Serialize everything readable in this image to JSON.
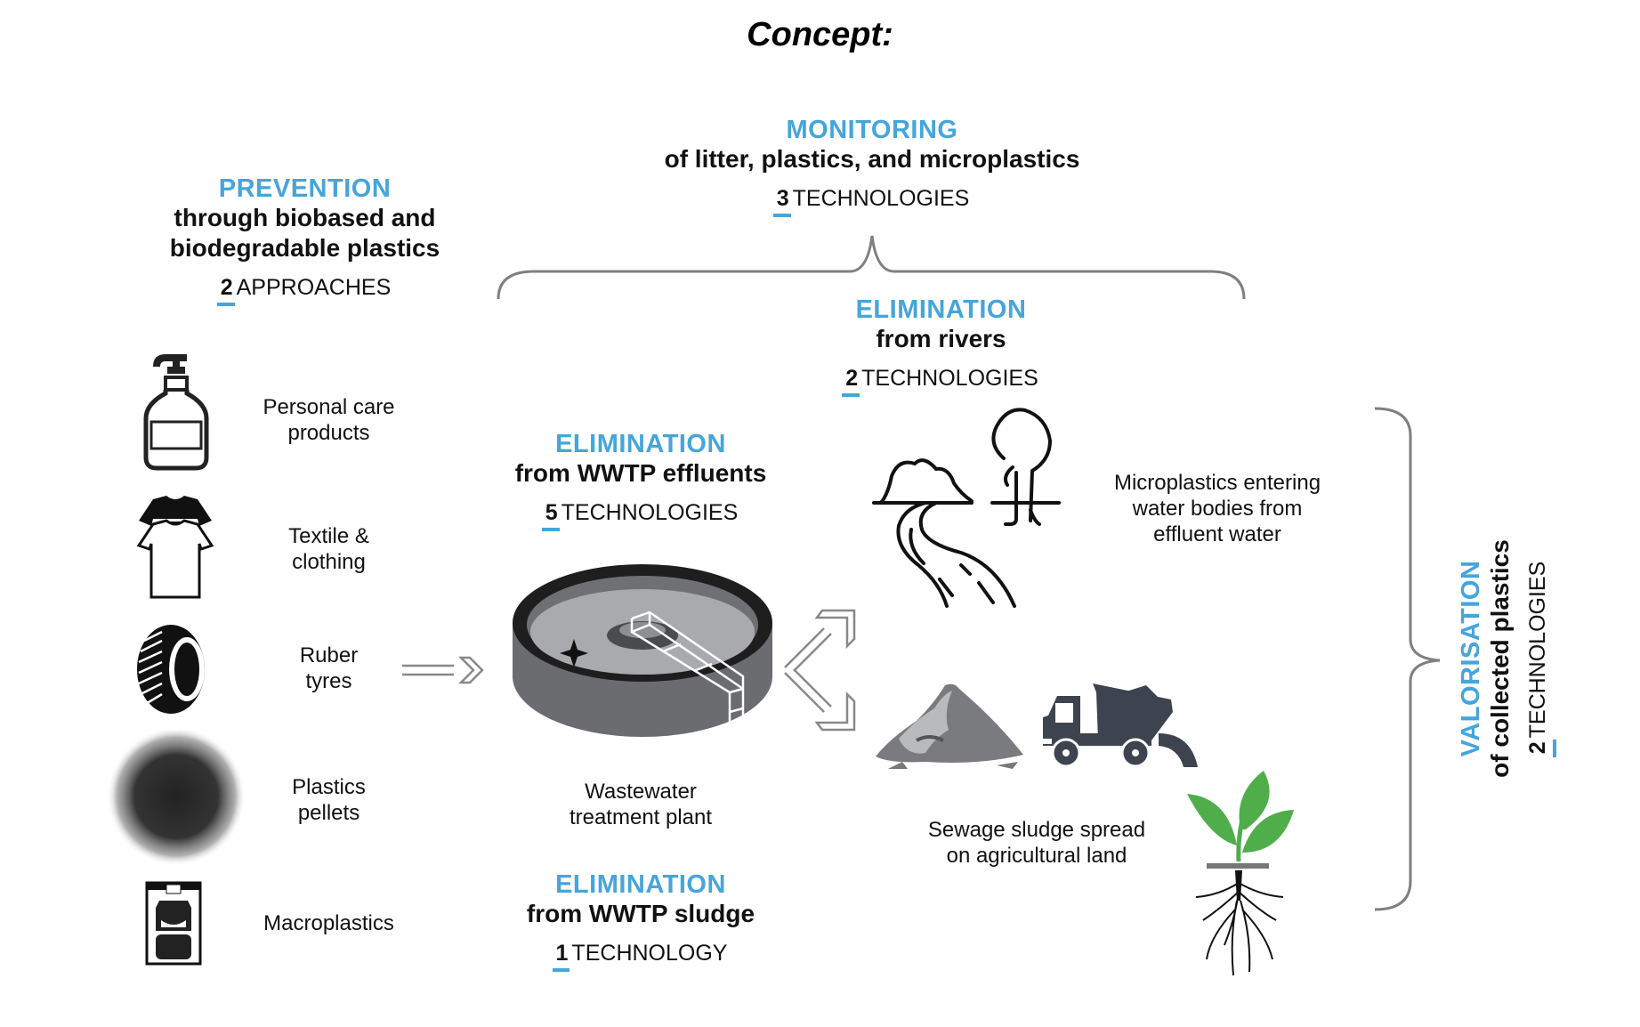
{
  "title": "Concept:",
  "colors": {
    "accent": "#45A5DC",
    "bracket": "#7F7F80",
    "plant": "#4FAE4A",
    "truck": "#3D4450"
  },
  "monitoring": {
    "category": "MONITORING",
    "subtitle": "of litter, plastics, and microplastics",
    "count": "3",
    "unit": "TECHNOLOGIES"
  },
  "prevention": {
    "category": "PREVENTION",
    "subtitle_line1": "through biobased and",
    "subtitle_line2": "biodegradable plastics",
    "count": "2",
    "unit": "APPROACHES"
  },
  "rivers": {
    "category": "ELIMINATION",
    "subtitle": "from rivers",
    "count": "2",
    "unit": "TECHNOLOGIES"
  },
  "effluents": {
    "category": "ELIMINATION",
    "subtitle": "from WWTP effluents",
    "count": "5",
    "unit": "TECHNOLOGIES"
  },
  "sludge": {
    "category": "ELIMINATION",
    "subtitle": "from WWTP sludge",
    "count": "1",
    "unit": "TECHNOLOGY"
  },
  "valorisation": {
    "category": "VALORISATION",
    "subtitle": "of collected plastics",
    "count": "2",
    "unit": "TECHNOLOGIES"
  },
  "sources": [
    {
      "icon": "pump-bottle-icon",
      "line1": "Personal care",
      "line2": "products"
    },
    {
      "icon": "t-shirt-icon",
      "line1": "Textile &",
      "line2": "clothing"
    },
    {
      "icon": "tyre-icon",
      "line1": "Ruber",
      "line2": "tyres"
    },
    {
      "icon": "pellets-icon",
      "line1": "Plastics",
      "line2": "pellets"
    },
    {
      "icon": "macroplastics-icon",
      "line1": "Macroplastics",
      "line2": ""
    }
  ],
  "wwtp": {
    "line1": "Wastewater",
    "line2": "treatment plant"
  },
  "river_desc": {
    "line1": "Microplastics entering",
    "line2": "water bodies from",
    "line3": "effluent water"
  },
  "sludge_desc": {
    "line1": "Sewage sludge spread",
    "line2": "on agricultural land"
  }
}
